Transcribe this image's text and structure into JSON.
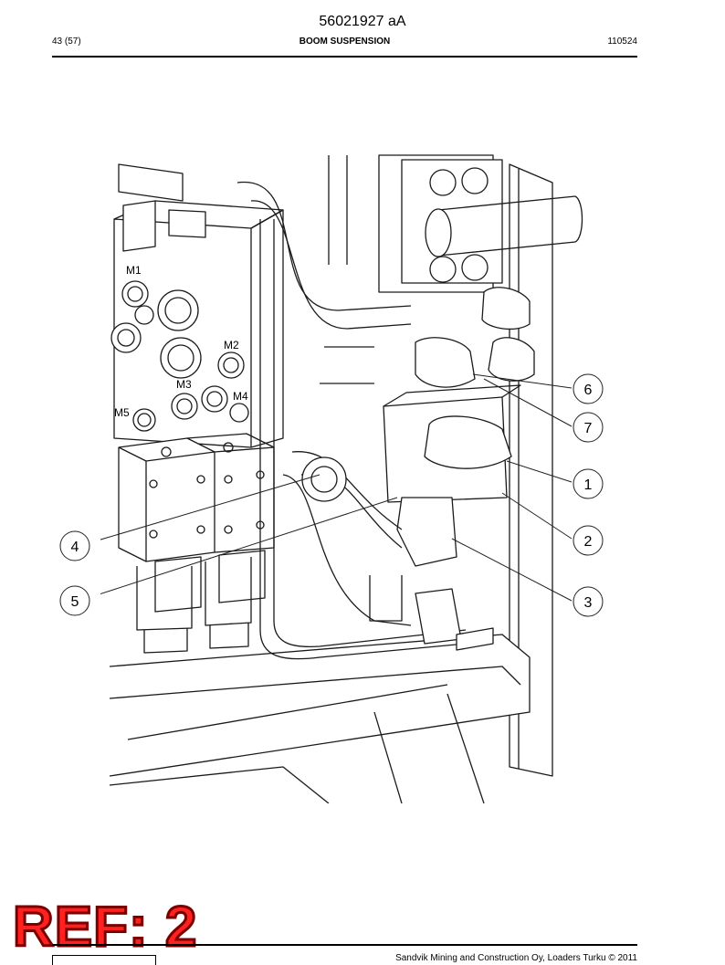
{
  "header": {
    "doc_number": "56021927 aA",
    "page": "43 (57)",
    "section": "BOOM SUSPENSION",
    "date": "110524"
  },
  "drawing": {
    "labels": [
      "M1",
      "M2",
      "M3",
      "M4",
      "M5"
    ],
    "callouts": [
      "1",
      "2",
      "3",
      "4",
      "5",
      "6",
      "7"
    ]
  },
  "stamp": {
    "text": "REF: 2"
  },
  "footer": {
    "copyright": "Sandvik Mining and Construction Oy, Loaders Turku © 2011"
  },
  "colors": {
    "stamp": "#ff2020",
    "stamp_outline": "#7a0000"
  }
}
